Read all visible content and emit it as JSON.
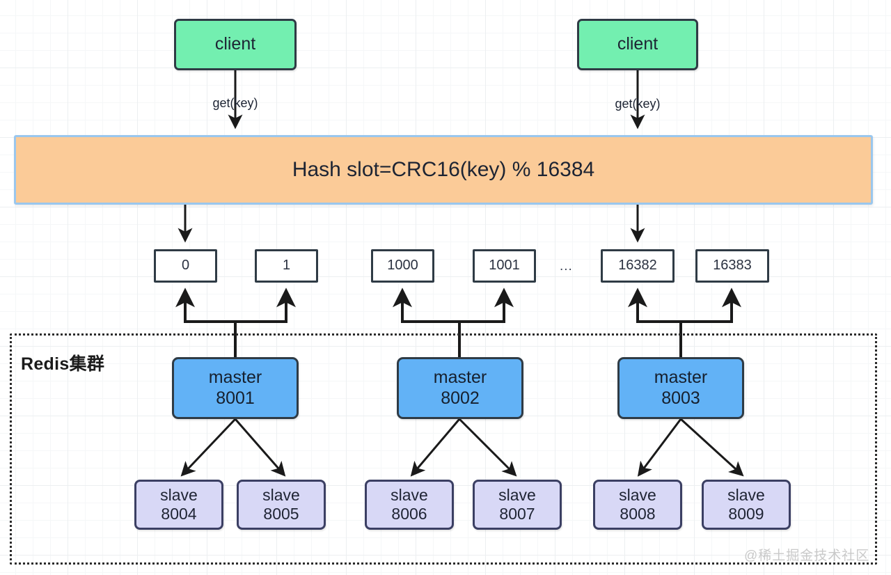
{
  "diagram": {
    "title": "Redis Cluster hash slot routing diagram",
    "colors": {
      "client_fill": "#73efb0",
      "hash_fill": "#fbcb98",
      "hash_border": "#9ac7ee",
      "master_fill": "#62b2f6",
      "slave_fill": "#d8d8f6",
      "slot_fill": "#ffffff",
      "stroke": "#2f3b45",
      "cluster_border": "#2b2b2b"
    }
  },
  "clients": [
    {
      "label": "client",
      "edge_label": "get(key)"
    },
    {
      "label": "client",
      "edge_label": "get(key)"
    }
  ],
  "hash_band": {
    "label": "Hash slot=CRC16(key) % 16384"
  },
  "slots": [
    {
      "label": "0"
    },
    {
      "label": "1"
    },
    {
      "label": "1000"
    },
    {
      "label": "1001"
    },
    {
      "label": "16382"
    },
    {
      "label": "16383"
    }
  ],
  "slot_ellipsis": "...",
  "cluster": {
    "label": "Redis集群"
  },
  "masters": [
    {
      "role": "master",
      "port": "8001"
    },
    {
      "role": "master",
      "port": "8002"
    },
    {
      "role": "master",
      "port": "8003"
    }
  ],
  "slaves": [
    {
      "role": "slave",
      "port": "8004"
    },
    {
      "role": "slave",
      "port": "8005"
    },
    {
      "role": "slave",
      "port": "8006"
    },
    {
      "role": "slave",
      "port": "8007"
    },
    {
      "role": "slave",
      "port": "8008"
    },
    {
      "role": "slave",
      "port": "8009"
    }
  ],
  "watermark": "@稀土掘金技术社区"
}
